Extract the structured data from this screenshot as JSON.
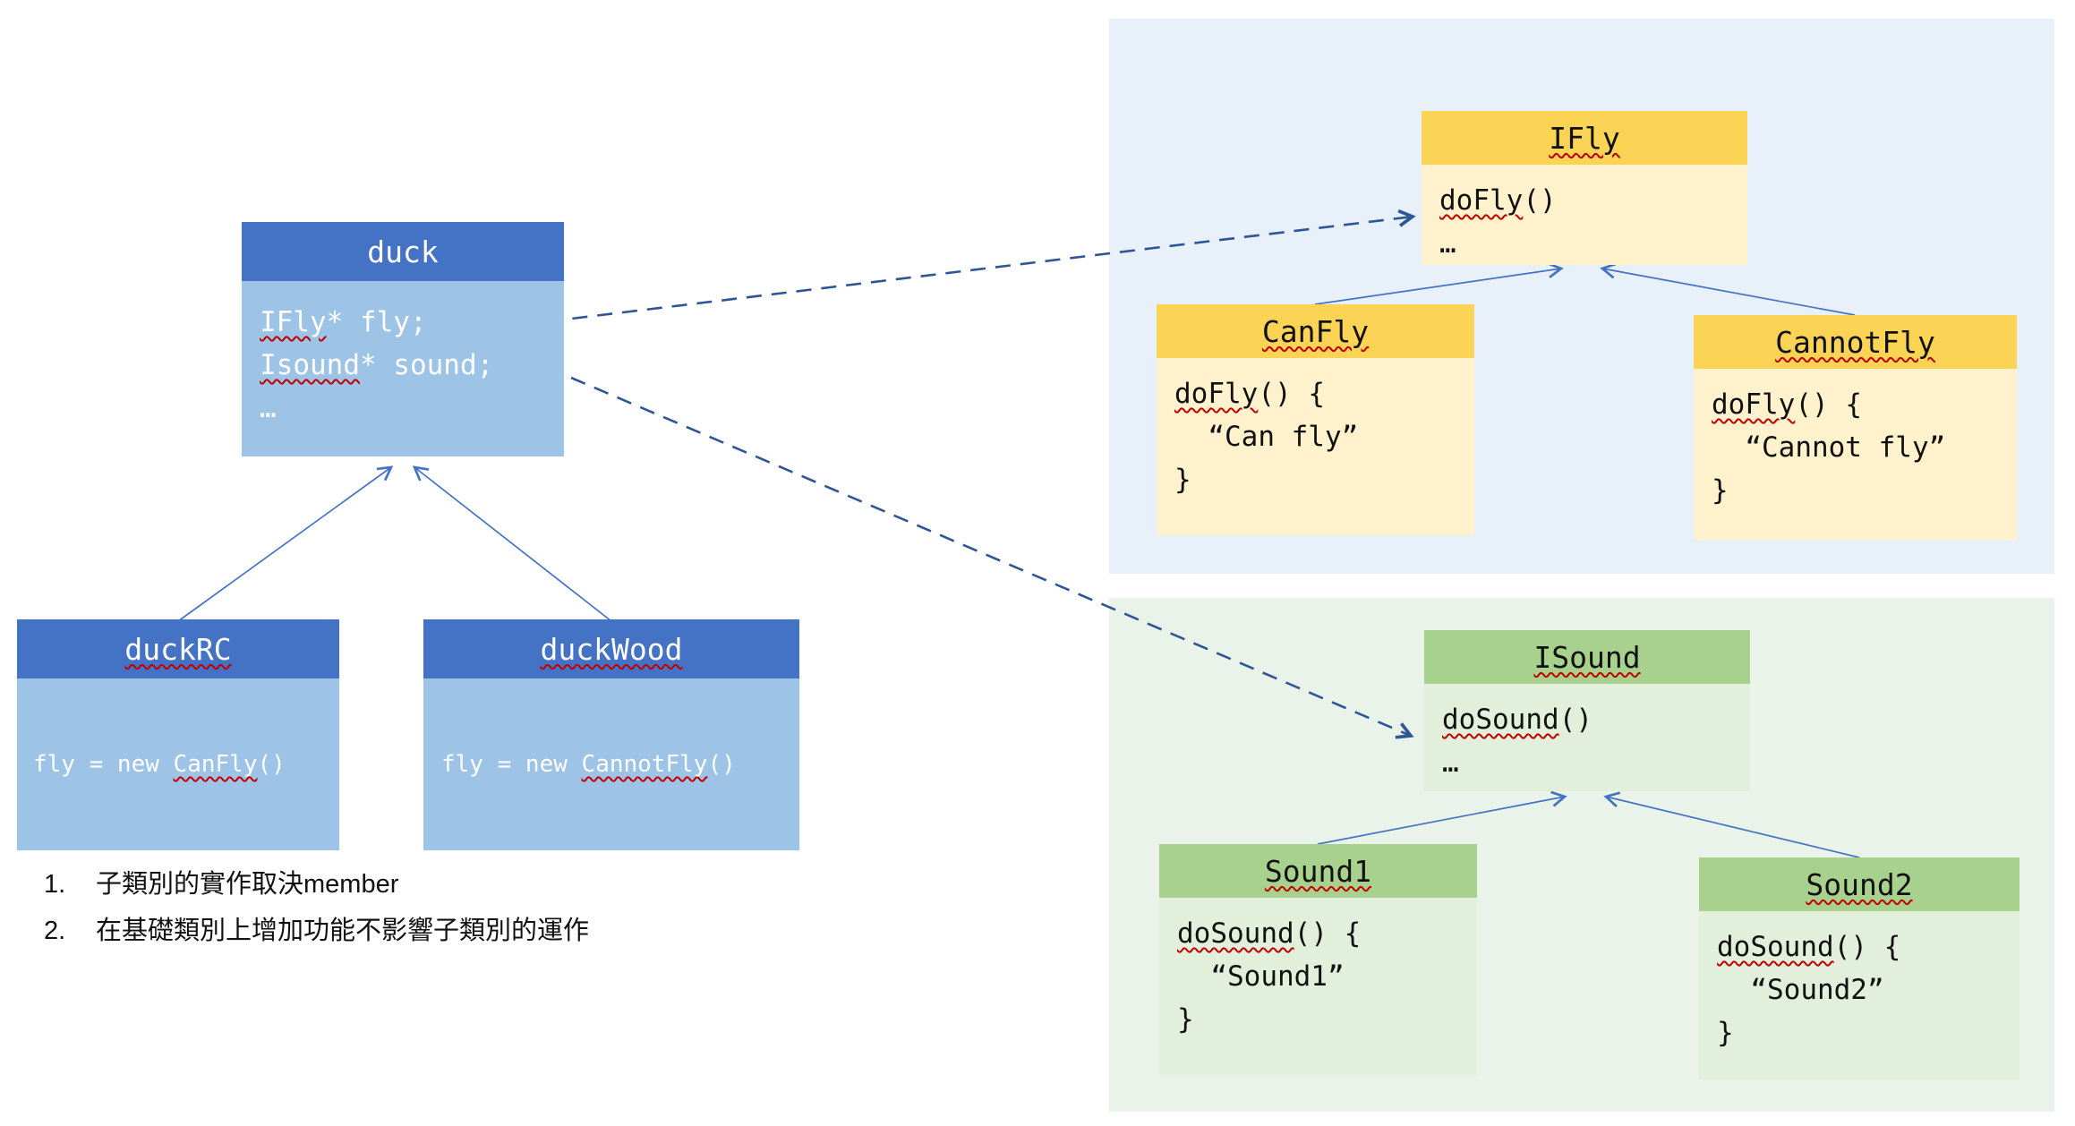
{
  "classes": {
    "duck": {
      "title": "duck",
      "line1_a": "IFly",
      "line1_b": "* fly;",
      "line2_a": "Isound",
      "line2_b": "* sound;",
      "line3": "…"
    },
    "duckRC": {
      "title": "duckRC",
      "body_a": "fly = new ",
      "body_b": "CanFly",
      "body_c": "()"
    },
    "duckWood": {
      "title": "duckWood",
      "body_a": "fly = new ",
      "body_b": "CannotFly",
      "body_c": "()"
    },
    "ifly": {
      "title": "IFly",
      "line1_a": "doFly",
      "line1_b": "()",
      "line2": "…"
    },
    "canfly": {
      "title": "CanFly",
      "line1_a": "doFly",
      "line1_b": "() {",
      "line2": "  “Can fly”",
      "line3": "}"
    },
    "cannotfly": {
      "title": "CannotFly",
      "line1_a": "doFly",
      "line1_b": "() {",
      "line2": "  “Cannot fly”",
      "line3": "}"
    },
    "isound": {
      "title": "ISound",
      "line1_a": "doSound",
      "line1_b": "()",
      "line2": "…"
    },
    "sound1": {
      "title": "Sound1",
      "line1_a": "doSound",
      "line1_b": "() {",
      "line2": "  “Sound1”",
      "line3": "}"
    },
    "sound2": {
      "title": "Sound2",
      "line1_a": "doSound",
      "line1_b": "() {",
      "line2": "  “Sound2”",
      "line3": "}"
    }
  },
  "notes": {
    "items": [
      {
        "num": "1.",
        "text": "子類別的實作取決member"
      },
      {
        "num": "2.",
        "text": "在基礎類別上增加功能不影響子類別的運作"
      }
    ]
  },
  "colors": {
    "accent_blue": "#4472c4",
    "light_blue": "#9dc3e6",
    "gold_header": "#fbd355",
    "cream_body": "#fff2cc",
    "green_header": "#a9d18e",
    "green_body": "#e2efda",
    "region_blue_bg": "#e8f0fa",
    "region_green_bg": "#eaf3e9",
    "inherit_arrow": "#4472c4",
    "dashed_arrow": "#2f5597",
    "spellcheck_red": "#c00000"
  }
}
